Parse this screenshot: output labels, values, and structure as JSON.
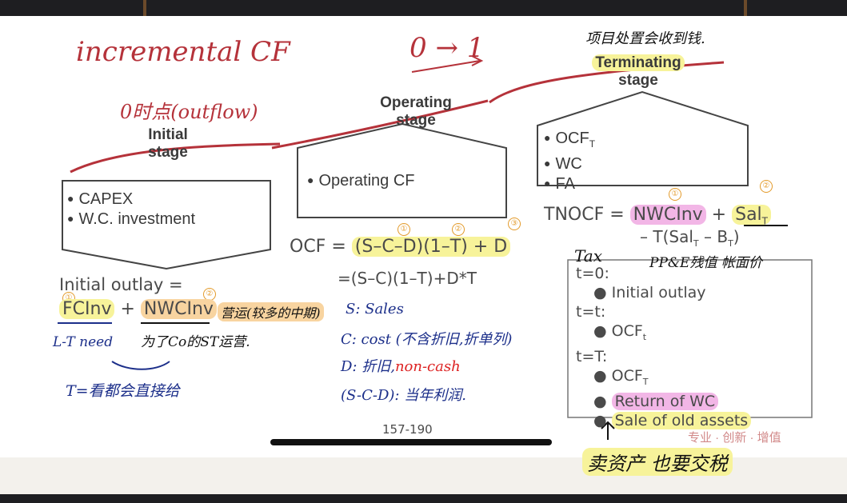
{
  "handwriting": {
    "title": "incremental CF",
    "zero_arrow": "0 → 1",
    "terminating_note": "项目处置会收到钱.",
    "initial_note": "0时点(outflow)",
    "tax_label": "Tax",
    "ppe_note": "PP&E残值  帐面价",
    "lt_need": "L-T need",
    "st_note": "为了Co的ST运营.",
    "wc_note": "营运(较多的中期)",
    "t_note": "T=看都会直接给",
    "s_note": "S: Sales",
    "c_note": "C: cost (不含折旧,折单列)",
    "d_note": "D: 折旧,",
    "d_note_red": "non-cash",
    "scd_note": "(S-C-D): 当年利润.",
    "sell_note": "卖资产 也要交税",
    "markers": [
      "①",
      "②",
      "③"
    ]
  },
  "stages": {
    "initial": {
      "title_line1": "Initial",
      "title_line2": "stage",
      "items": [
        "CAPEX",
        "W.C. investment"
      ]
    },
    "operating": {
      "title_line1": "Operating",
      "title_line2": "stage",
      "items": [
        "Operating CF"
      ]
    },
    "terminating": {
      "title_line1": "Terminating",
      "title_line2": "stage",
      "items": [
        "OCF",
        "WC",
        "FA"
      ],
      "ocf_sub": "T"
    }
  },
  "formulas": {
    "initial_outlay_label": "Initial outlay =",
    "fcinv": "FCInv",
    "plus": "+",
    "nwcinv": "NWCInv",
    "ocf_label": "OCF =",
    "ocf_expr": "(S–C–D)(1–T) + D",
    "ocf_alt": "=(S–C)(1–T)+D*T",
    "tnocf_label": "TNOCF =",
    "tnocf_nwc": "NWCInv",
    "tnocf_sal": "Sal",
    "tnocf_sal_sub": "T",
    "tnocf_tax": "– T(Sal",
    "tnocf_tax_mid": " – B",
    "tnocf_tax_end": ")"
  },
  "timeline": {
    "t0": "t=0:",
    "t0_item": "Initial outlay",
    "tt": "t=t:",
    "tt_item": "OCF",
    "tt_sub": "t",
    "tT": "t=T:",
    "tT_items": [
      "OCF",
      "Return of WC",
      "Sale of old assets"
    ],
    "tT_sub": "T"
  },
  "page_ref": "157-190",
  "watermark": "专业 · 创新 · 增值",
  "colors": {
    "ink_red": "#b5323a",
    "ink_blue": "#1c2f8a",
    "ink_black": "#111111",
    "marker_orange": "#e39a2a"
  }
}
